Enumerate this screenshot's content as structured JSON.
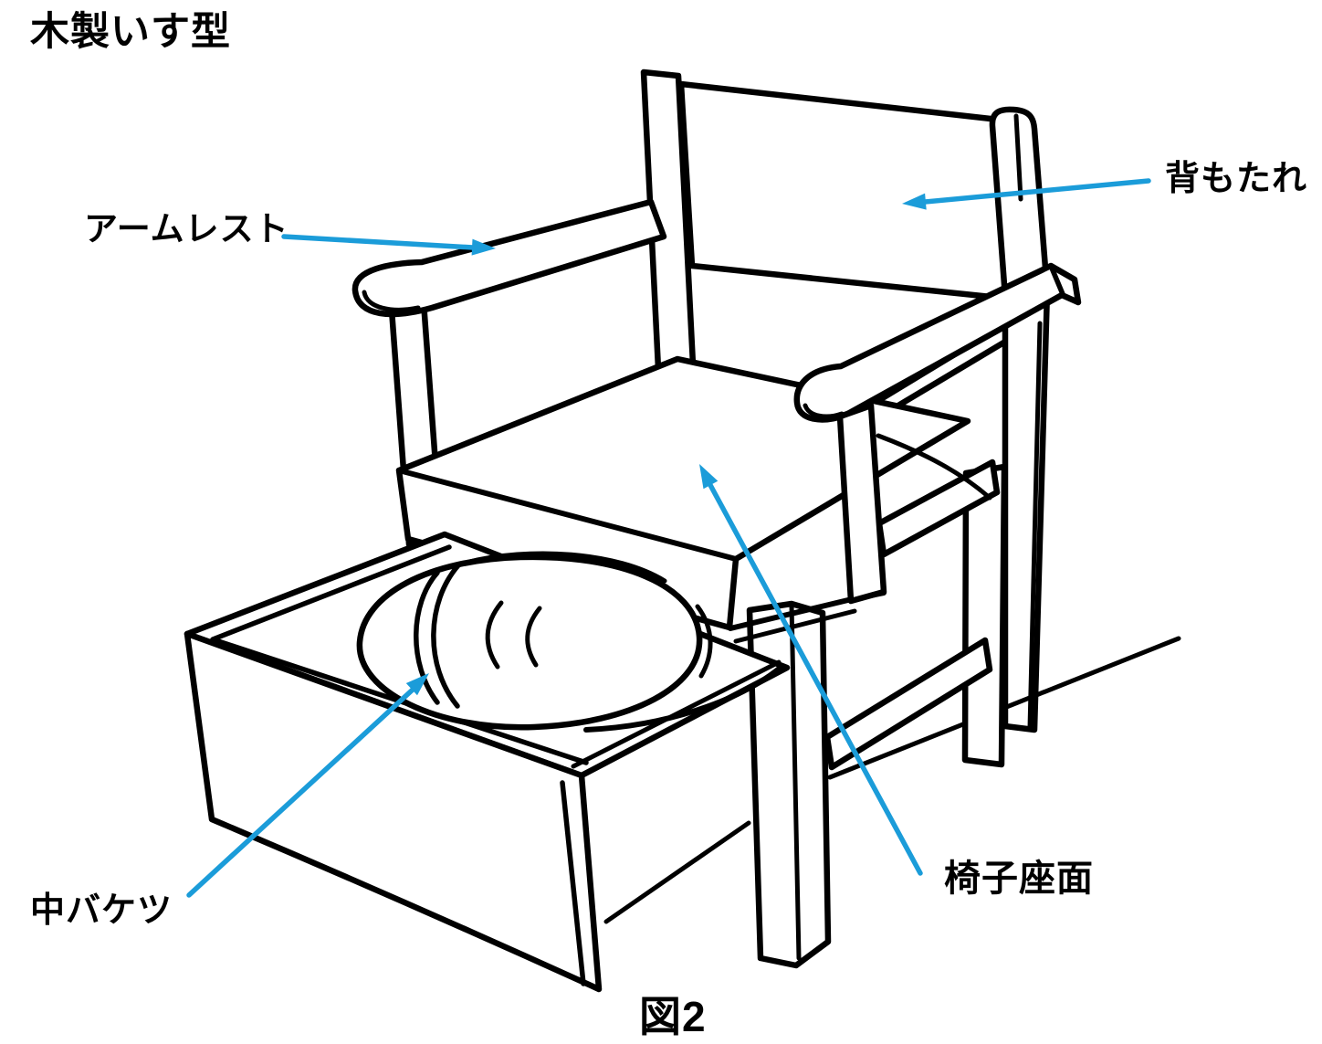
{
  "figure": {
    "title": "木製いす型",
    "caption": "図2",
    "background_color": "#ffffff",
    "ink_color": "#000000",
    "arrow_color": "#1b9cd9",
    "illustration": "木製いす型ポータブルトイレの線画（背もたれと肘掛け付きの木製椅子、座面下の引き出しに中バケツ）",
    "labels": [
      {
        "text": "背もたれ",
        "target": "backrest-panel"
      },
      {
        "text": "アームレスト",
        "target": "left-armrest"
      },
      {
        "text": "椅子座面",
        "target": "seat-cushion"
      },
      {
        "text": "中バケツ",
        "target": "bucket"
      }
    ]
  }
}
